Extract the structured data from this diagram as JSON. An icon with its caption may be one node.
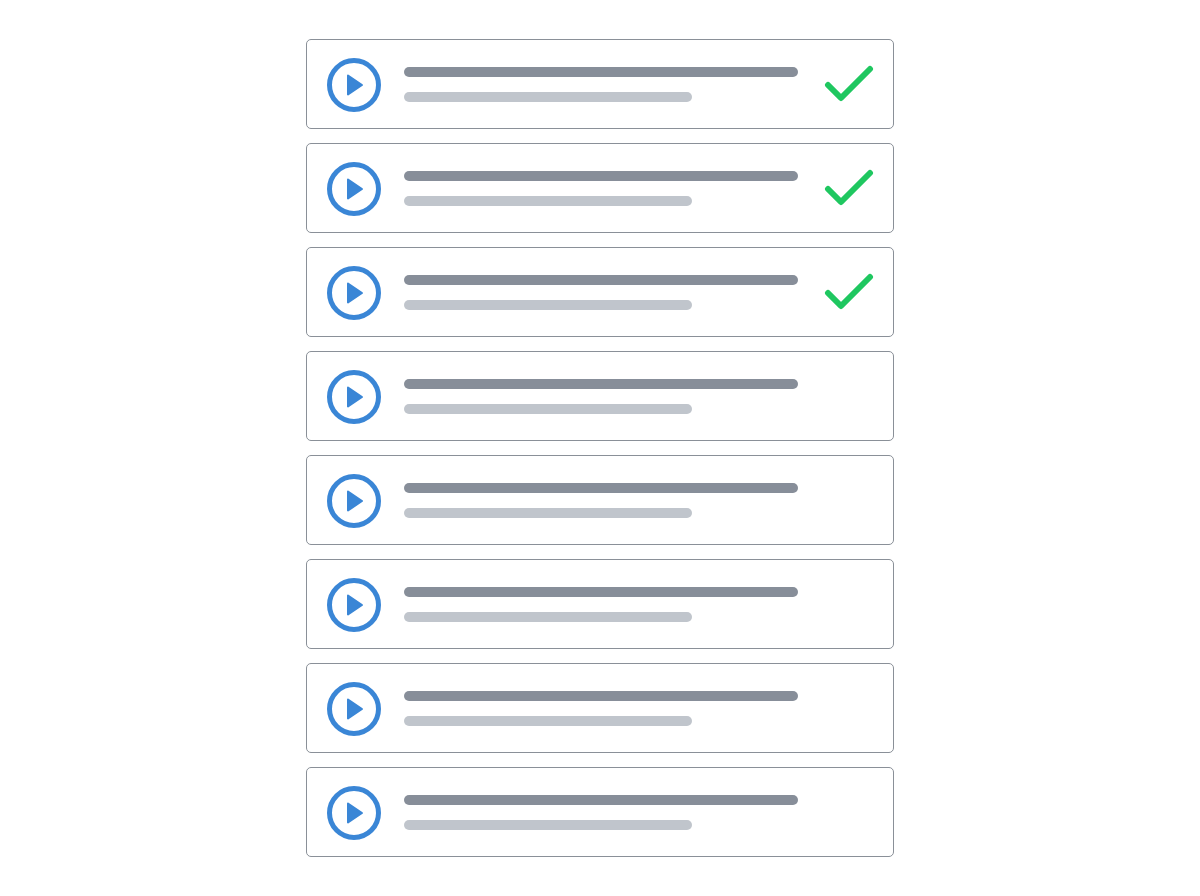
{
  "diagram": {
    "nodes": [
      {
        "text": [],
        "shape": "box"
      },
      {
        "text": [],
        "shape": "checkmark",
        "in": 0
      },
      {
        "text": [],
        "shape": "box"
      },
      {
        "text": [],
        "shape": "checkmark",
        "in": 2
      },
      {
        "text": [],
        "shape": "box"
      },
      {
        "text": [],
        "shape": "checkmark",
        "in": 4
      },
      {
        "text": [],
        "shape": "box"
      },
      {
        "text": [],
        "shape": "box"
      },
      {
        "text": [],
        "shape": "box"
      },
      {
        "text": [],
        "shape": "box"
      },
      {
        "text": [],
        "shape": "box"
      }
    ]
  }
}
